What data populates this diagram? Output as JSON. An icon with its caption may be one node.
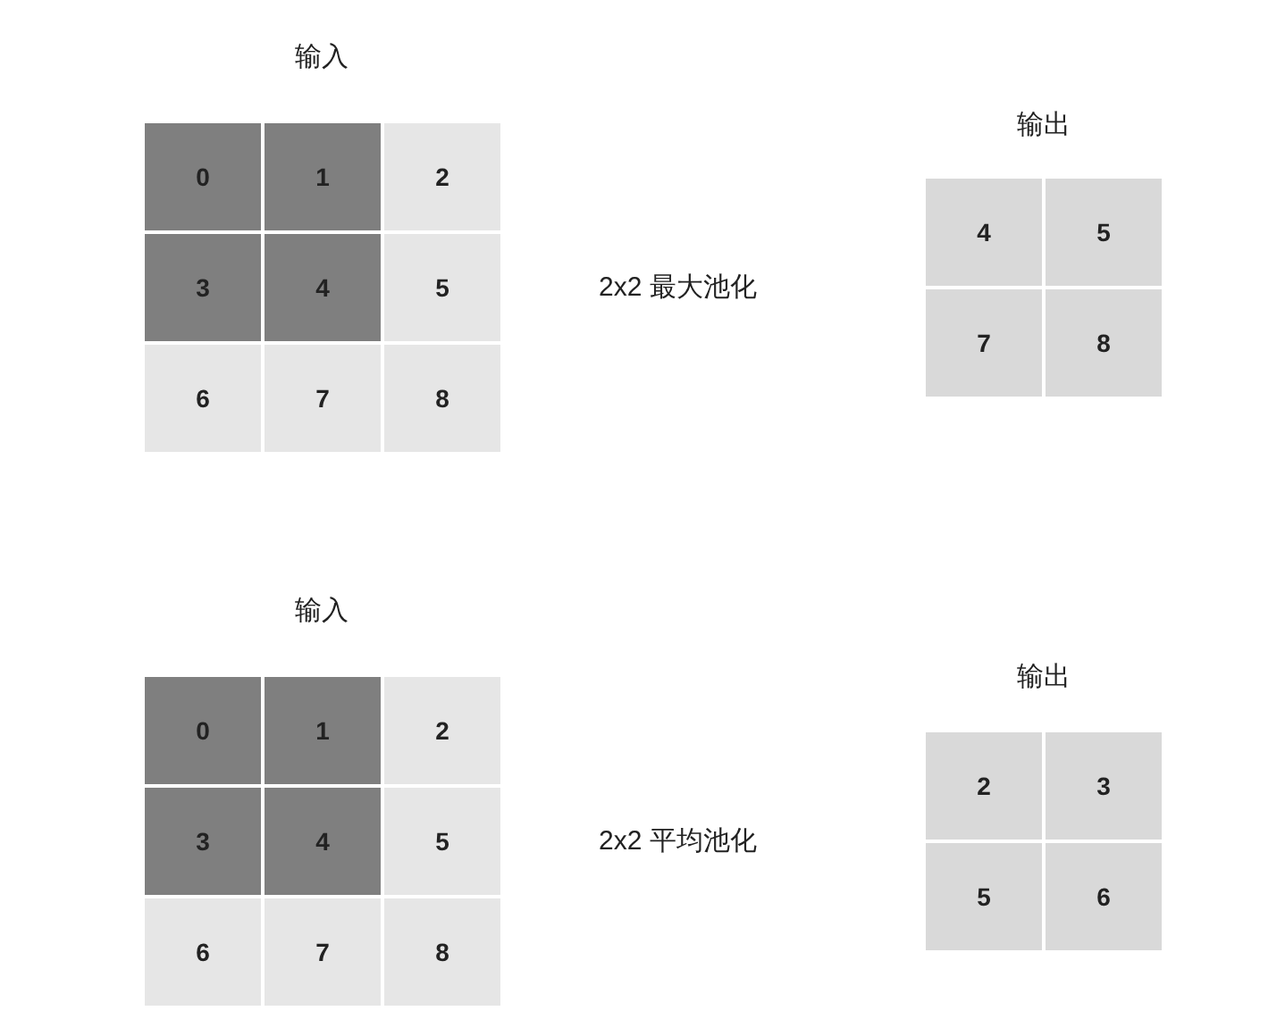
{
  "diagram": {
    "nodes": [
      {
        "text": [
          "0"
        ]
      },
      {
        "text": [
          "1"
        ]
      },
      {
        "text": [
          "2"
        ]
      },
      {
        "text": [
          "3"
        ]
      },
      {
        "text": [
          "4"
        ]
      },
      {
        "text": [
          "5"
        ]
      },
      {
        "text": [
          "6"
        ]
      },
      {
        "text": [
          "7"
        ]
      },
      {
        "text": [
          "8"
        ]
      },
      {
        "text": [
          "4"
        ]
      },
      {
        "text": [
          "5"
        ]
      },
      {
        "text": [
          "7"
        ]
      },
      {
        "text": [
          "8"
        ]
      },
      {
        "text": [
          "0"
        ]
      },
      {
        "text": [
          "1"
        ]
      },
      {
        "text": [
          "2"
        ]
      },
      {
        "text": [
          "3"
        ]
      },
      {
        "text": [
          "4"
        ]
      },
      {
        "text": [
          "5"
        ]
      },
      {
        "text": [
          "6"
        ]
      },
      {
        "text": [
          "7"
        ]
      },
      {
        "text": [
          "8"
        ]
      },
      {
        "text": [
          "2"
        ]
      },
      {
        "text": [
          "3"
        ]
      },
      {
        "text": [
          "5"
        ]
      },
      {
        "text": [
          "6"
        ]
      }
    ],
    "labels": [
      "输入",
      "输出",
      "2x2 最大池化",
      "输入",
      "输出",
      "2x2 平均池化"
    ]
  }
}
